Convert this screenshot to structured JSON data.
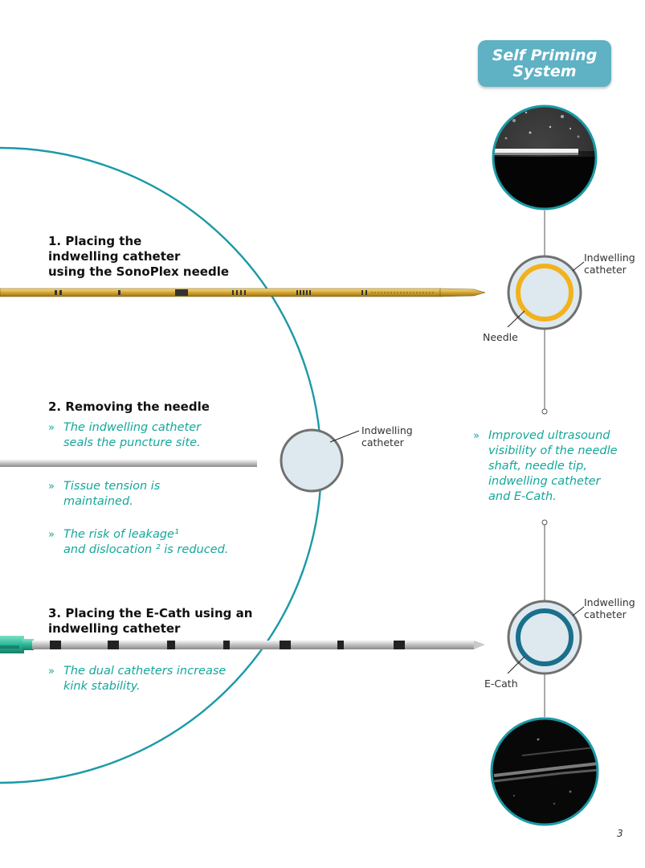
{
  "badge": {
    "line1": "Self Priming",
    "line2": "System"
  },
  "steps": [
    {
      "title_lines": [
        "1. Placing the",
        "indwelling catheter",
        "using the SonoPlex needle"
      ]
    },
    {
      "title_lines": [
        "2. Removing the needle"
      ],
      "bullets": [
        {
          "mark": "»",
          "lines": [
            "The indwelling catheter",
            "seals the puncture site."
          ]
        },
        {
          "mark": "»",
          "lines": [
            "Tissue tension is",
            "maintained."
          ]
        },
        {
          "mark": "»",
          "lines": [
            "The risk of leakage¹",
            "and dislocation ² is reduced."
          ]
        }
      ]
    },
    {
      "title_lines": [
        "3. Placing the E-Cath using an",
        "indwelling catheter"
      ],
      "bullets": [
        {
          "mark": "»",
          "lines": [
            "The dual catheters increase",
            "kink stability."
          ]
        }
      ]
    }
  ],
  "labels": {
    "indwelling_top": [
      "Indwelling",
      "catheter"
    ],
    "needle": "Needle",
    "indwelling_mid": [
      "Indwelling",
      "catheter"
    ],
    "indwelling_bottom": [
      "Indwelling",
      "catheter"
    ],
    "ecath": "E-Cath"
  },
  "right_bullet": {
    "mark": "»",
    "lines": [
      "Improved ultrasound",
      "visibility of the needle",
      "shaft, needle tip,",
      "indwelling catheter",
      "and E-Cath."
    ]
  },
  "colors": {
    "teal": "#1a9aa6",
    "bullet_green": "#14a79a",
    "needle_gold": "#f2b21d",
    "ecath_blue": "#1a6f8c",
    "circle_fill": "#dde9ee",
    "badge": "#5fb1c4"
  },
  "page_number": "3"
}
